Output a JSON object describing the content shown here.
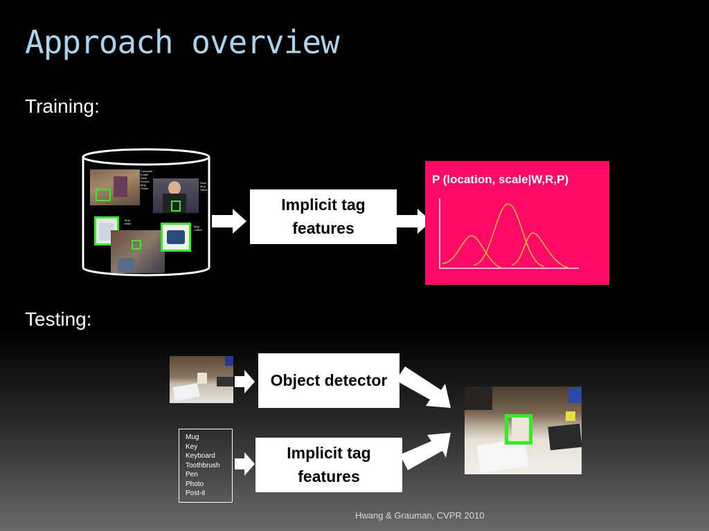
{
  "slide": {
    "title": "Approach overview",
    "credit": "Hwang & Grauman, CVPR 2010"
  },
  "training": {
    "heading": "Training:",
    "feature_box": "Implicit tag features",
    "output_label": "P (location, scale|W,R,P)",
    "database_tags": [
      [
        "Computer",
        "Poster",
        "Desk",
        "Screen",
        "Mug",
        "Poster"
      ],
      [
        "Desk",
        "Mug",
        "Office"
      ],
      [
        "Mug",
        "Eiffel"
      ],
      [
        "Mug",
        "Coffee"
      ]
    ]
  },
  "testing": {
    "heading": "Testing:",
    "detector_box": "Object detector",
    "feature_box": "Implicit tag features",
    "tag_list": [
      "Mug",
      "Key",
      "Keyboard",
      "Toothbrush",
      "Pen",
      "Photo",
      "Post-it"
    ]
  },
  "colors": {
    "title": "#a9d4ec",
    "plot_background": "#ff0a66",
    "curve": "#f0c040",
    "detection_box": "#33ee22"
  }
}
